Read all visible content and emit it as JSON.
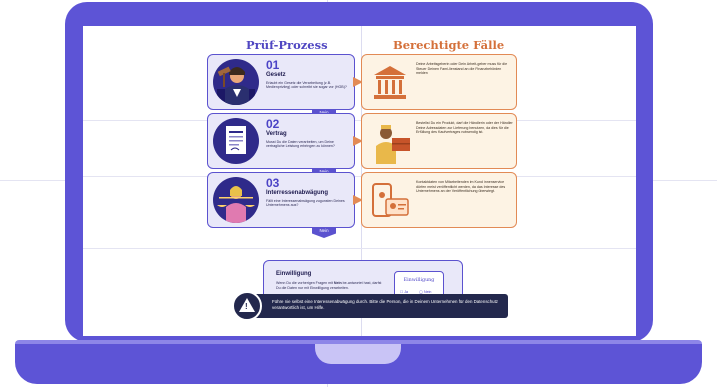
{
  "headings": {
    "left": "Prüf-Prozess",
    "right": "Berechtigte Fälle"
  },
  "steps": [
    {
      "number": "01",
      "title": "Gesetz",
      "text": "Erlaubt ein Gesetz die Verarbeitung (z.B. Medienprivileg) oder schreibt sie sogar vor (HGB)?",
      "icon": "judge-gavel-icon"
    },
    {
      "number": "02",
      "title": "Vertrag",
      "text": "Musst Du die Daten verarbeiten, um Deine vertragliche Leistung erbringen zu können?",
      "icon": "contract-document-icon"
    },
    {
      "number": "03",
      "title": "Interressenabwägung",
      "text": "Fällt eine Interessenabwägung zugunsten Deines Unternehmens aus?",
      "icon": "balance-scale-person-icon"
    }
  ],
  "nein_label": "Nein",
  "cases": [
    {
      "text": "Deine Arbeitsgeberin oder Dein Arbeit-geber muss für die Steuer Deinen Fami-lienstand an die Finanzbehörden melden",
      "icon": "government-building-icon"
    },
    {
      "text": "Bestellst Du ein Produkt, darf die Händlerin oder der Händler Deine Adressdaten zur Lieferung benutzen, da dies für die Erfüllung des Kaufvertrages notwendig ist.",
      "icon": "delivery-person-icon"
    },
    {
      "text": "Kontaktdaten von Mitarbeitenden im Kund innenservice dürfen meist veröffentlicht werden, da das Interesse des Unternehmens an der Veröffentlichung überwiegt.",
      "icon": "contact-card-icon"
    }
  ],
  "consent": {
    "title": "Einwilligung",
    "text_before": "Wenn Du die vorherigen Fragen mit ",
    "text_bold": "Nein",
    "text_after": " be-antwortet hast, darfst Du die Daten nur mit Einwilligung verarbeiten.",
    "box_title": "Einwilligung",
    "option_yes": "Ja",
    "option_no": "Nein"
  },
  "warning": {
    "text": "Führe nie selbst eine Interessenabwägung durch. Bitte die Person, die in Deinem Unternehmen für den Datenschutz verantwortlich ist, um Hilfe.",
    "icon": "warning-icon"
  },
  "colors": {
    "laptop": "#5d54d6",
    "step_border": "#5b52cf",
    "step_fill": "#e9e8f9",
    "case_border": "#e28a55",
    "case_fill": "#fdf3e4",
    "warning_bg": "#23284d"
  }
}
